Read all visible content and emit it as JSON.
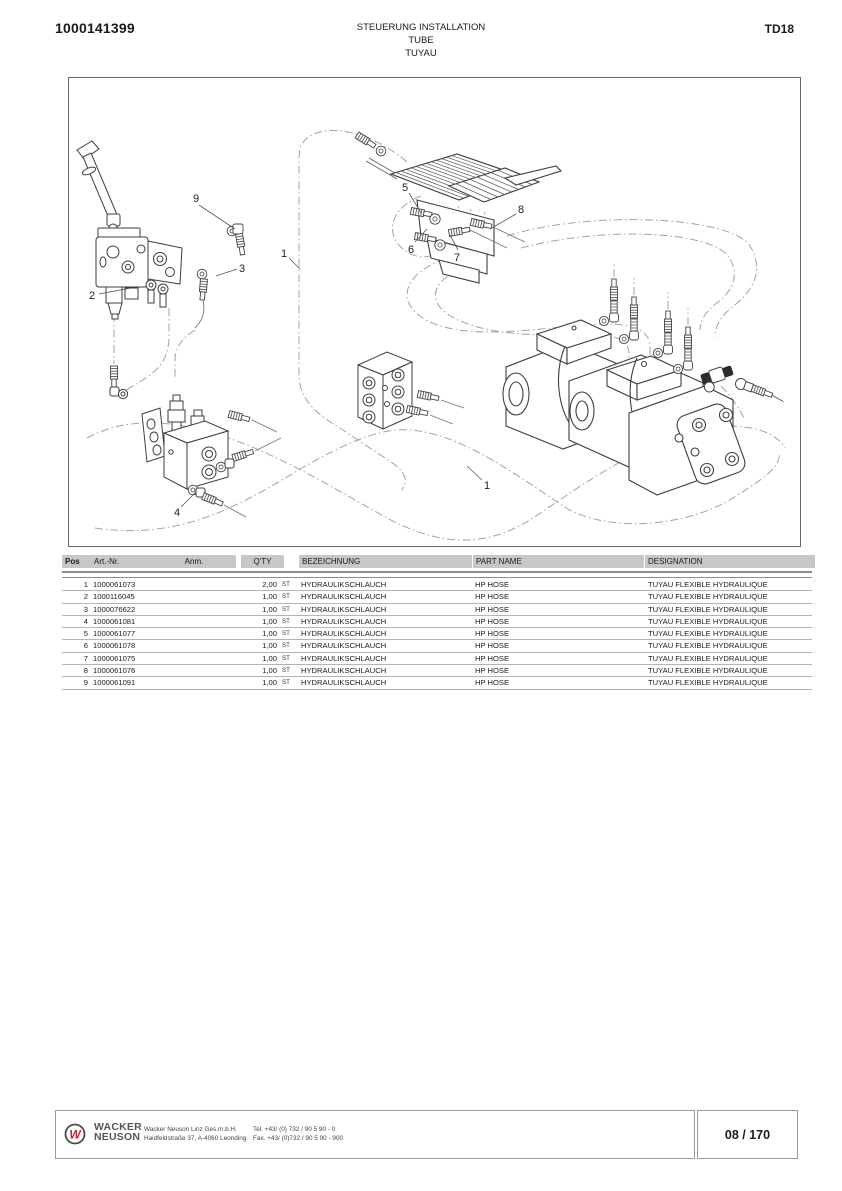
{
  "header": {
    "doc_number": "1000141399",
    "title_line1": "STEUERUNG INSTALLATION",
    "title_line2": "TUBE",
    "title_line3": "TUYAU",
    "model": "TD18"
  },
  "diagram": {
    "callouts": {
      "c1": "1",
      "c2": "2",
      "c3": "3",
      "c4": "4",
      "c5": "5",
      "c6": "6",
      "c7": "7",
      "c8": "8",
      "c9": "9"
    }
  },
  "table": {
    "headers": {
      "pos": "Pos",
      "artnr": "Art.-Nr.",
      "anm": "Anm.",
      "qty": "Q'TY",
      "bezeichnung": "BEZEICHNUNG",
      "part_name": "PART NAME",
      "designation": "DESIGNATION"
    },
    "rows": [
      {
        "pos": "1",
        "artnr": "1000061073",
        "anm": "",
        "qty": "2,00",
        "unit": "ST",
        "bezeichnung": "HYDRAULIKSCHLAUCH",
        "part_name": "HP HOSE",
        "designation": "TUYAU FLEXIBLE HYDRAULIQUE"
      },
      {
        "pos": "2",
        "artnr": "1000116045",
        "anm": "",
        "qty": "1,00",
        "unit": "ST",
        "bezeichnung": "HYDRAULIKSCHLAUCH",
        "part_name": "HP HOSE",
        "designation": "TUYAU FLEXIBLE HYDRAULIQUE"
      },
      {
        "pos": "3",
        "artnr": "1000076622",
        "anm": "",
        "qty": "1,00",
        "unit": "ST",
        "bezeichnung": "HYDRAULIKSCHLAUCH",
        "part_name": "HP HOSE",
        "designation": "TUYAU FLEXIBLE HYDRAULIQUE"
      },
      {
        "pos": "4",
        "artnr": "1000061081",
        "anm": "",
        "qty": "1,00",
        "unit": "ST",
        "bezeichnung": "HYDRAULIKSCHLAUCH",
        "part_name": "HP HOSE",
        "designation": "TUYAU FLEXIBLE HYDRAULIQUE"
      },
      {
        "pos": "5",
        "artnr": "1000061077",
        "anm": "",
        "qty": "1,00",
        "unit": "ST",
        "bezeichnung": "HYDRAULIKSCHLAUCH",
        "part_name": "HP HOSE",
        "designation": "TUYAU FLEXIBLE HYDRAULIQUE"
      },
      {
        "pos": "6",
        "artnr": "1000061078",
        "anm": "",
        "qty": "1,00",
        "unit": "ST",
        "bezeichnung": "HYDRAULIKSCHLAUCH",
        "part_name": "HP HOSE",
        "designation": "TUYAU FLEXIBLE HYDRAULIQUE"
      },
      {
        "pos": "7",
        "artnr": "1000061075",
        "anm": "",
        "qty": "1,00",
        "unit": "ST",
        "bezeichnung": "HYDRAULIKSCHLAUCH",
        "part_name": "HP HOSE",
        "designation": "TUYAU FLEXIBLE HYDRAULIQUE"
      },
      {
        "pos": "8",
        "artnr": "1000061076",
        "anm": "",
        "qty": "1,00",
        "unit": "ST",
        "bezeichnung": "HYDRAULIKSCHLAUCH",
        "part_name": "HP HOSE",
        "designation": "TUYAU FLEXIBLE HYDRAULIQUE"
      },
      {
        "pos": "9",
        "artnr": "1000061091",
        "anm": "",
        "qty": "1,00",
        "unit": "ST",
        "bezeichnung": "HYDRAULIKSCHLAUCH",
        "part_name": "HP HOSE",
        "designation": "TUYAU FLEXIBLE HYDRAULIQUE"
      }
    ]
  },
  "footer": {
    "logo_letter": "W",
    "brand_line1": "WACKER",
    "brand_line2": "NEUSON",
    "company_line1": "Wacker Neuson Linz  Ges.m.b.H.",
    "company_line2": "Haidfeldstraße 37, A-4060 Leonding",
    "contact_line1": "Tel. +43/ (0) 732 / 90 5 90 - 0",
    "contact_line2": "Fax. +43/ (0)732 / 90 5 90 - 900",
    "page": "08 / 170"
  },
  "colors": {
    "accent_red": "#c8232c",
    "table_header_gray": "#c7c7c7"
  }
}
